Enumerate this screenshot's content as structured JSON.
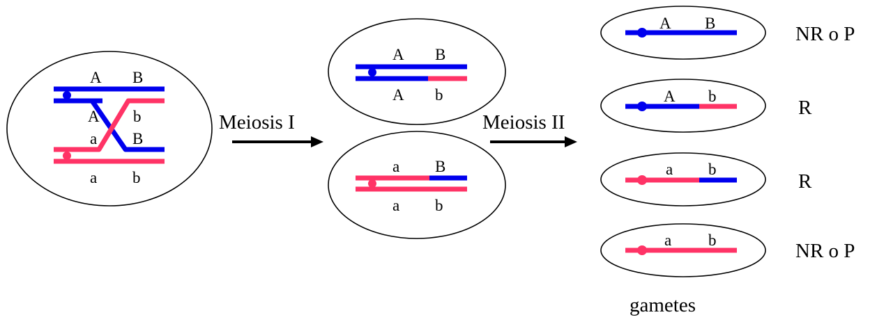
{
  "colors": {
    "maternal": "#0000ee",
    "paternal": "#ff3366",
    "arrow": "#000000",
    "outline": "#000000"
  },
  "steps": {
    "meiosis1": "Meiosis I",
    "meiosis2": "Meiosis II"
  },
  "parent_cell": {
    "top_labels": [
      "A",
      "B"
    ],
    "crossover_labels": [
      "A",
      "b",
      "a",
      "B"
    ],
    "bottom_labels": [
      "a",
      "b"
    ]
  },
  "meiosis1_cells": [
    {
      "top_labels": [
        "A",
        "B"
      ],
      "bottom_labels": [
        "A",
        "b"
      ]
    },
    {
      "top_labels": [
        "a",
        "B"
      ],
      "bottom_labels": [
        "a",
        "b"
      ]
    }
  ],
  "gametes": [
    {
      "alleles": [
        "A",
        "B"
      ],
      "type": "NR o P"
    },
    {
      "alleles": [
        "A",
        "b"
      ],
      "type": "R"
    },
    {
      "alleles": [
        "a",
        "b"
      ],
      "type": "R"
    },
    {
      "alleles": [
        "a",
        "b"
      ],
      "type": "NR o P"
    }
  ],
  "gametes_caption": "gametes"
}
